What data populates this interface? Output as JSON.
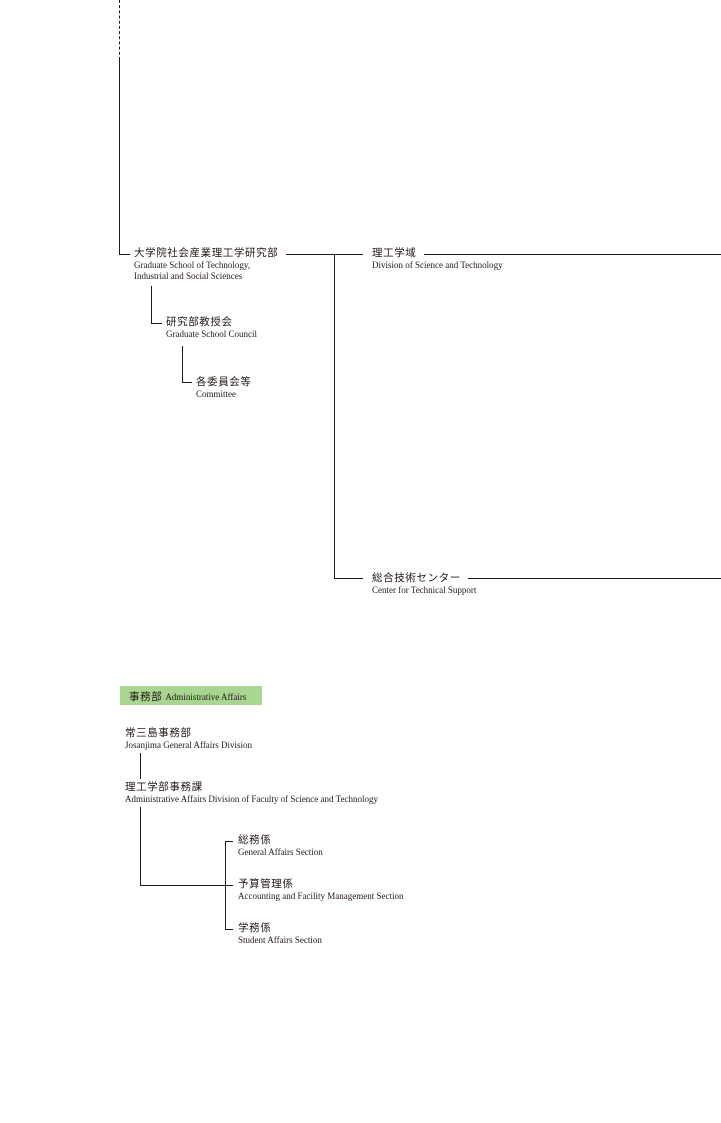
{
  "university": {
    "jp": "大学院社会産業理工学研究部",
    "en": "Graduate School of Technology, Industrial and Social Sciences"
  },
  "council": {
    "jp": "研究部教授会",
    "en": "Graduate School Council"
  },
  "committee": {
    "jp": "各委員会等",
    "en": "Committee"
  },
  "science_division": {
    "jp": "理工学域",
    "en": "Division of Science and Technology"
  },
  "tech_center": {
    "jp": "総合技術センター",
    "en": "Center for Technical Support"
  },
  "admin": {
    "badge_jp": "事務部",
    "badge_en": "Administrative Affairs",
    "badge_color": "#a8d590",
    "josanjima": {
      "jp": "常三島事務部",
      "en": "Josanjima General Affairs Division"
    },
    "faculty_office": {
      "jp": "理工学部事務課",
      "en": "Administrative Affairs Division of Faculty of Science and Technology"
    },
    "sections": [
      {
        "jp": "総務係",
        "en": "General Affairs Section"
      },
      {
        "jp": "予算管理係",
        "en": "Accounting and Facility Management Section"
      },
      {
        "jp": "学務係",
        "en": "Student Affairs Section"
      }
    ]
  }
}
